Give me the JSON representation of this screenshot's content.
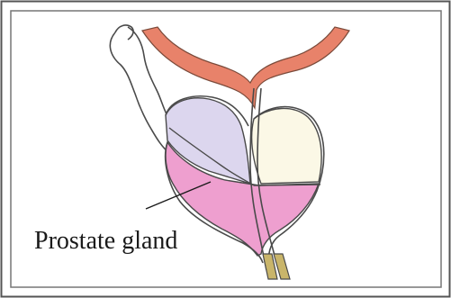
{
  "diagram": {
    "label_text": "Prostate gland",
    "colors": {
      "frame": "#555555",
      "rectum": "#e8826a",
      "rectum_outline": "#7a4a3a",
      "bladder_fill": "#dcd6ee",
      "vesicle_fill": "#fbf8e6",
      "prostate_fill": "#ee9fcf",
      "outline": "#4a4a4a",
      "urethra_end": "#c9b56a"
    },
    "icons": [
      "rectum-shape",
      "bladder-shape",
      "seminal-vesicle-shape",
      "prostate-shape",
      "urethra-tube",
      "label-leader-line"
    ]
  }
}
